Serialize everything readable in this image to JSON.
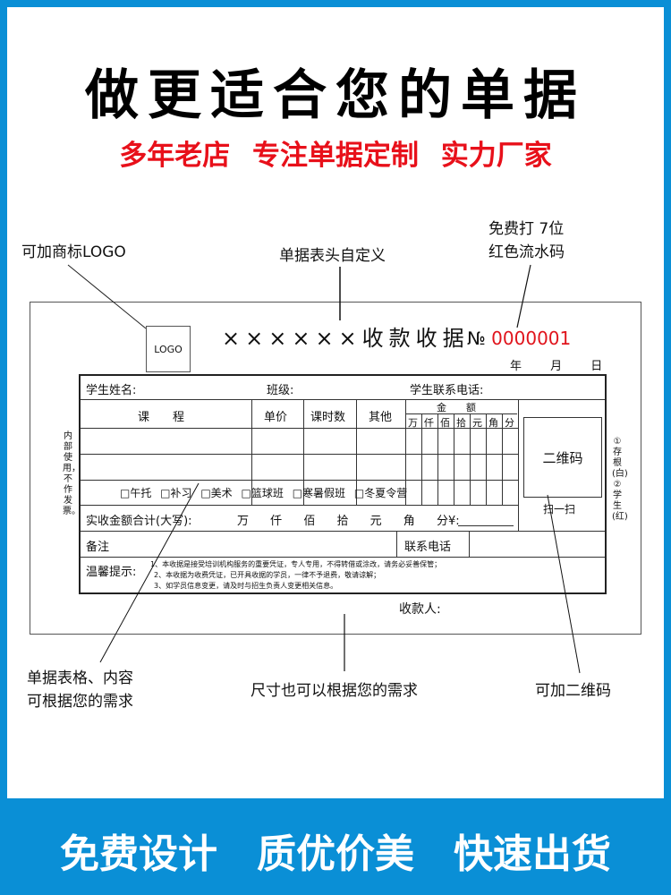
{
  "header": {
    "headline": "做更适合您的单据",
    "subheadline": "多年老店  专注单据定制  实力厂家"
  },
  "annotations": {
    "logo": "可加商标LOGO",
    "title": "单据表头自定义",
    "serial_line1": "免费打 7位",
    "serial_line2": "红色流水码",
    "table_line1": "单据表格、内容",
    "table_line2": "可根据您的需求",
    "size": "尺寸也可以根据您的需求",
    "qr": "可加二维码"
  },
  "receipt": {
    "logo_text": "LOGO",
    "title": "××××××收款收据",
    "no_label": "№",
    "serial": "0000001",
    "date": "年 月 日",
    "student_name": "学生姓名:",
    "class": "班级:",
    "student_phone": "学生联系电话:",
    "columns": {
      "course": "课　　程",
      "unit_price": "单价",
      "hours": "课时数",
      "other": "其他",
      "amount": "金　　额",
      "digits": [
        "万",
        "仟",
        "佰",
        "拾",
        "元",
        "角",
        "分"
      ]
    },
    "options": [
      "□午托",
      "□补习",
      "□美术",
      "□篮球班",
      "□寒暑假班",
      "□冬夏令营"
    ],
    "total_label": "实收金额合计(大写):",
    "total_units": [
      "万",
      "仟",
      "佰",
      "拾",
      "元",
      "角",
      "分¥:"
    ],
    "remarks": "备注",
    "contact_phone": "联系电话",
    "reminder_label": "温馨提示:",
    "reminders": [
      "1、本收据是接受培训机构服务的重要凭证，专人专用，不得转借或涂改，请务必妥善保管；",
      "2、本收据为收费凭证，已开具收据的学员，一律不予退费，敬请谅解；",
      "3、如学员信息变更，请及时与招生负责人变更相关信息。"
    ],
    "payee": "收款人:",
    "qr_label": "二维码",
    "scan": "扫一扫",
    "left_side": "内部使用，不作发票。",
    "right_side": "①存根(白) ②学生(红)"
  },
  "footer": {
    "items": [
      "免费设计",
      "质优价美",
      "快速出货"
    ]
  },
  "colors": {
    "border_blue": "#0a8fd6",
    "accent_red": "#e8101a"
  }
}
